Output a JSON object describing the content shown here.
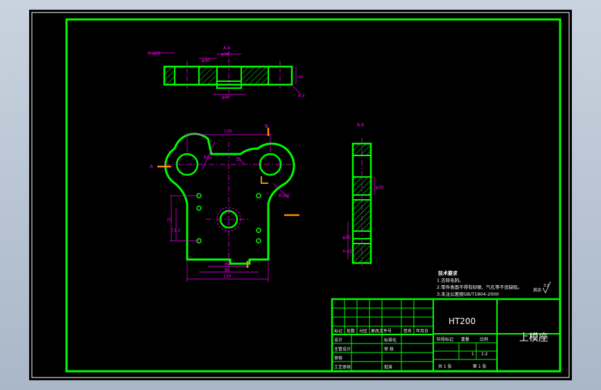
{
  "colors": {
    "background": "#000000",
    "outline": "#00ff00",
    "dimension": "#ff00ff",
    "center_line": "#ff00ff",
    "hatch": "#00ff00",
    "section_marker": "#ff8c00",
    "text": "#ffffff"
  },
  "drawing": {
    "title": "上模座",
    "material": "HT200",
    "scale": "1:2",
    "sheet_total": "共 1 张",
    "sheet_number": "第 1 张",
    "quantity": "1",
    "roughness": "其余",
    "roughness_value": "3.2"
  },
  "tech_requirements": {
    "heading": "技术要求",
    "items": [
      "1.去除毛刺。",
      "2.零件表面不得有砂眼、气孔等不良缺陷。",
      "3.未注公差按GB/T1804-2000"
    ]
  },
  "title_block": {
    "header_row": [
      "标记",
      "处数",
      "分区",
      "更改文件号",
      "签名",
      "年月日"
    ],
    "left_labels": [
      "设计",
      "主管设计",
      "审核",
      "工艺审核"
    ],
    "mid_labels": [
      "标准化",
      "审 核",
      "批准"
    ],
    "stage_labels": [
      "阶段标记",
      "重量",
      "比例"
    ]
  },
  "dimensions": {
    "top_view": {
      "hole_left": "2-φ20",
      "hole_center": "φ36",
      "a_a_label": "A-A",
      "mid_diameter": "φ40",
      "bottom_diameter": "φ48",
      "height": "30",
      "surface": "6.3"
    },
    "front_view": {
      "width_top": "130",
      "radius": "R25",
      "offset": "15",
      "section_label_left": "A",
      "section_label_right": "B",
      "diag": "R100",
      "v_left_1": "70",
      "v_left_2": "71.5",
      "bottom_1": "60",
      "bottom_2": "80",
      "bottom_3": "130"
    },
    "side_view": {
      "label": "B-B",
      "dim_1": "φ30",
      "dim_2": "φ20",
      "dim_3": "4-φ12"
    }
  }
}
